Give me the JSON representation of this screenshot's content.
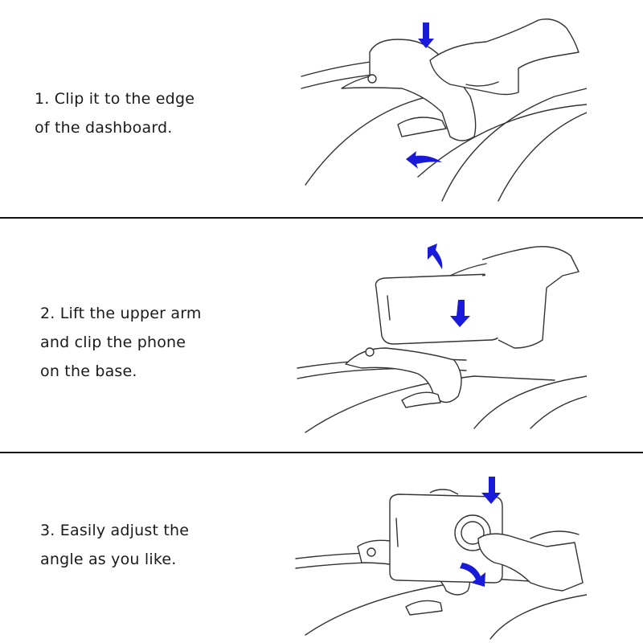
{
  "steps": [
    {
      "lines": [
        "1. Clip it to the edge",
        "of the dashboard."
      ]
    },
    {
      "lines": [
        "2. Lift the upper arm",
        "and clip the phone",
        "on the base."
      ]
    },
    {
      "lines": [
        "3. Easily adjust the",
        "angle as you like."
      ]
    }
  ],
  "colors": {
    "arrow": "#1a1adb",
    "divider": "#111111",
    "line_art": "#333333"
  }
}
